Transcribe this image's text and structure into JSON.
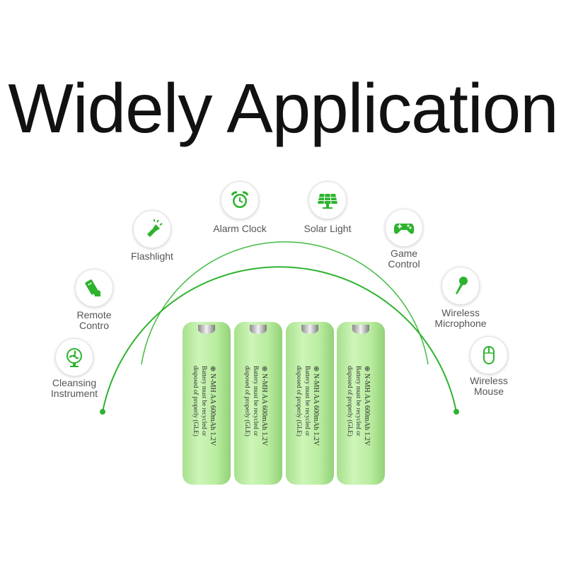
{
  "title": "Widely Application",
  "applications": [
    {
      "label": "Cleansing\nInstrument",
      "icon": "fan-icon"
    },
    {
      "label": "Remote\nContro",
      "icon": "remote-control-icon"
    },
    {
      "label": "Flashlight",
      "icon": "flashlight-icon"
    },
    {
      "label": "Alarm Clock",
      "icon": "alarm-clock-icon"
    },
    {
      "label": "Solar Light",
      "icon": "solar-panel-icon"
    },
    {
      "label": "Game\nControl",
      "icon": "gamepad-icon"
    },
    {
      "label": "Wireless\nMicrophone",
      "icon": "microphone-icon"
    },
    {
      "label": "Wireless\nMouse",
      "icon": "mouse-icon"
    }
  ],
  "battery": {
    "line1": "⊕ N-MH AA 600mAh 1.2V",
    "line2": "Battery must be recycled or",
    "line3": "disposed of properly (GLE)",
    "count": 4,
    "color": "#b9eca0"
  },
  "colors": {
    "accent": "#2db32d",
    "title": "#111111",
    "label": "#555555"
  }
}
